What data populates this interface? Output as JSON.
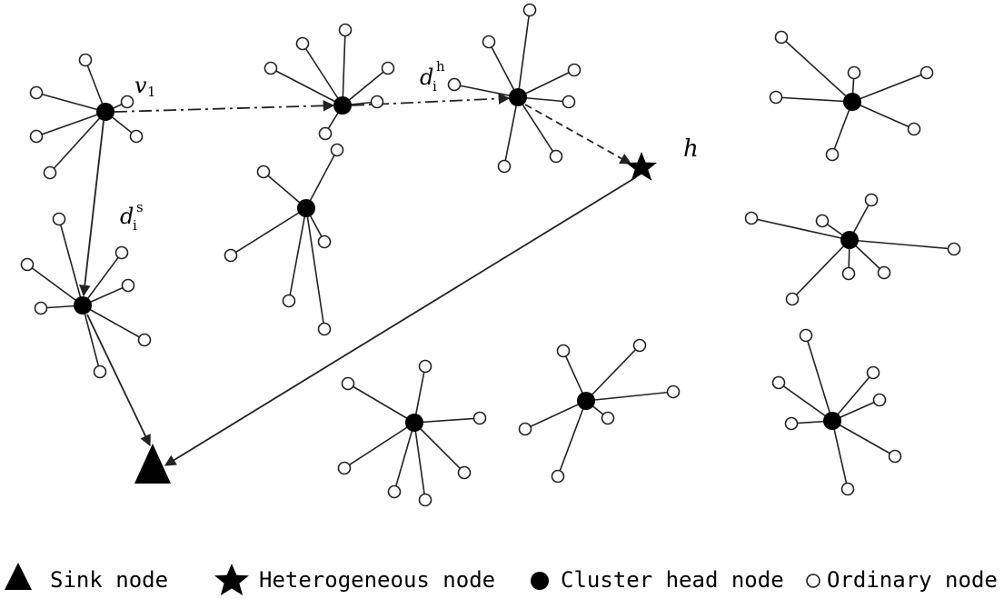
{
  "labels": {
    "v1_main": "v",
    "v1_sub": "1",
    "dh_main": "d",
    "dh_sub": "i",
    "dh_sup": "h",
    "ds_main": "d",
    "ds_sub": "i",
    "ds_sup": "s",
    "h": "h"
  },
  "legend": {
    "sink": "Sink node",
    "heterogeneous": "Heterogeneous node",
    "cluster_head": "Cluster head node",
    "ordinary": "Ordinary node"
  },
  "icons": {
    "sink": "triangle",
    "heterogeneous": "star",
    "cluster_head": "filled-circle",
    "ordinary": "open-circle"
  },
  "colors": {
    "stroke": "#222222",
    "fill_dark": "#000000",
    "background": "#ffffff"
  }
}
